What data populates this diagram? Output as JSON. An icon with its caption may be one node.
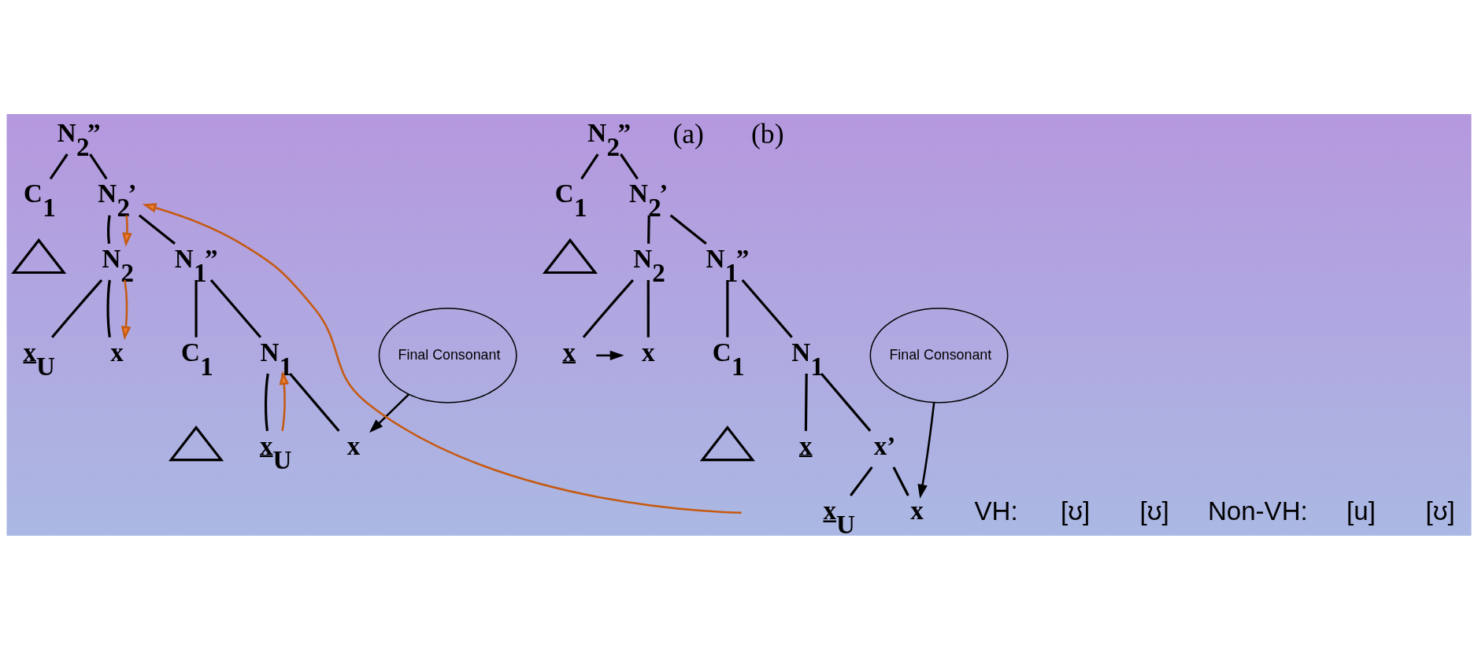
{
  "diagram": {
    "nodes": [
      {
        "text": [
          "N$_{2}$”"
        ]
      },
      {
        "text": [
          "C$_{1}$"
        ]
      },
      {
        "text": [],
        "shape": "triangle"
      },
      {
        "text": [
          "N$_{2}$’"
        ]
      },
      {
        "text": [
          "N$_{2}$"
        ]
      },
      {
        "text": [
          "N$_{1}$”"
        ]
      },
      {
        "text": [
          "x̲$_{U}$"
        ]
      },
      {
        "text": [
          "x"
        ]
      },
      {
        "text": [
          "C$_{1}$"
        ]
      },
      {
        "text": [],
        "shape": "triangle"
      },
      {
        "text": [
          "N$_{1}$"
        ]
      },
      {
        "text": [
          "x̲$_{U}$"
        ]
      },
      {
        "text": [
          "x"
        ]
      },
      {
        "text": [
          "Final Consonant"
        ]
      },
      {
        "text": [
          "N$_{2}$”"
        ]
      },
      {
        "text": [
          "C$_{1}$"
        ]
      },
      {
        "text": [],
        "shape": "triangle"
      },
      {
        "text": [
          "N$_{2}$’"
        ]
      },
      {
        "text": [
          "N$_{2}$"
        ]
      },
      {
        "text": [
          "N$_{1}$”"
        ]
      },
      {
        "text": [
          "x̲"
        ]
      },
      {
        "text": [
          "x"
        ]
      },
      {
        "text": [
          "C$_{1}$"
        ]
      },
      {
        "text": [],
        "shape": "triangle"
      },
      {
        "text": [
          "N$_{1}$"
        ]
      },
      {
        "text": [
          "x̲"
        ]
      },
      {
        "text": [
          "x’"
        ]
      },
      {
        "text": [
          "x̲$_{U}$"
        ]
      },
      {
        "text": [
          "x"
        ]
      },
      {
        "text": [
          "Final Consonant"
        ]
      }
    ],
    "edges": [
      {
        "from": 0,
        "to": 1,
        "arrow": "none"
      },
      {
        "from": 0,
        "to": 3,
        "arrow": "none"
      },
      {
        "from": 3,
        "to": 4,
        "arrow": "none"
      },
      {
        "from": 3,
        "to": 5,
        "arrow": "none"
      },
      {
        "from": 4,
        "to": 6,
        "arrow": "none"
      },
      {
        "from": 4,
        "to": 7,
        "arrow": "none"
      },
      {
        "from": 5,
        "to": 8,
        "arrow": "none"
      },
      {
        "from": 5,
        "to": 10,
        "arrow": "none"
      },
      {
        "from": 10,
        "to": 11,
        "arrow": "none"
      },
      {
        "from": 10,
        "to": 12,
        "arrow": "none"
      },
      {
        "from": 11,
        "to": 10,
        "arrow": "to",
        "color": "#c55a11"
      },
      {
        "from": null,
        "to": 3,
        "arrow": "to",
        "color": "#c55a11"
      },
      {
        "from": 3,
        "to": 4,
        "arrow": "to",
        "color": "#c55a11"
      },
      {
        "from": 4,
        "to": 7,
        "arrow": "to",
        "color": "#c55a11"
      },
      {
        "from": 13,
        "to": 12,
        "arrow": "to"
      },
      {
        "from": 14,
        "to": 15,
        "arrow": "none"
      },
      {
        "from": 14,
        "to": 17,
        "arrow": "none"
      },
      {
        "from": 17,
        "to": 18,
        "arrow": "none"
      },
      {
        "from": 17,
        "to": 19,
        "arrow": "none"
      },
      {
        "from": 18,
        "to": 20,
        "arrow": "none"
      },
      {
        "from": 18,
        "to": 21,
        "arrow": "none"
      },
      {
        "from": 19,
        "to": 22,
        "arrow": "none"
      },
      {
        "from": 19,
        "to": 24,
        "arrow": "none"
      },
      {
        "from": 24,
        "to": 25,
        "arrow": "none"
      },
      {
        "from": 24,
        "to": 26,
        "arrow": "none"
      },
      {
        "from": 26,
        "to": 27,
        "arrow": "none"
      },
      {
        "from": 26,
        "to": 28,
        "arrow": "none"
      },
      {
        "from": 20,
        "to": 21,
        "arrow": "to"
      },
      {
        "from": 29,
        "to": 28,
        "arrow": "to"
      }
    ],
    "labels": [
      "(a)",
      "(b)",
      "VH:",
      "[ʊ]",
      "[ʊ]",
      "Non-VH:",
      "[u]",
      "[ʊ]"
    ]
  }
}
